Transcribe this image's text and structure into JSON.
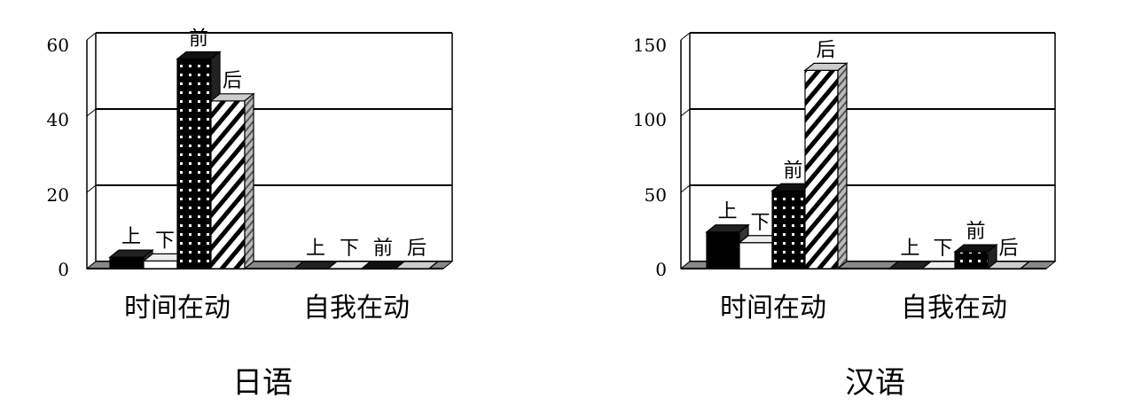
{
  "chart_data": [
    {
      "type": "bar",
      "title": "日语",
      "categories": [
        "时间在动",
        "自我在动"
      ],
      "series": [
        {
          "name": "上",
          "values": [
            3,
            0
          ]
        },
        {
          "name": "下",
          "values": [
            2,
            0
          ]
        },
        {
          "name": "前",
          "values": [
            55,
            0
          ]
        },
        {
          "name": "后",
          "values": [
            44,
            0
          ]
        }
      ],
      "ylim": [
        0,
        60
      ],
      "yticks": [
        "0",
        "20",
        "40",
        "60"
      ],
      "grid": true,
      "xlabel": "",
      "ylabel": ""
    },
    {
      "type": "bar",
      "title": "汉语",
      "categories": [
        "时间在动",
        "自我在动"
      ],
      "series": [
        {
          "name": "上",
          "values": [
            24,
            0
          ]
        },
        {
          "name": "下",
          "values": [
            17,
            0
          ]
        },
        {
          "name": "前",
          "values": [
            51,
            11
          ]
        },
        {
          "name": "后",
          "values": [
            130,
            0
          ]
        }
      ],
      "ylim": [
        0,
        150
      ],
      "yticks": [
        "0",
        "50",
        "100",
        "150"
      ],
      "grid": true,
      "xlabel": "",
      "ylabel": ""
    }
  ]
}
